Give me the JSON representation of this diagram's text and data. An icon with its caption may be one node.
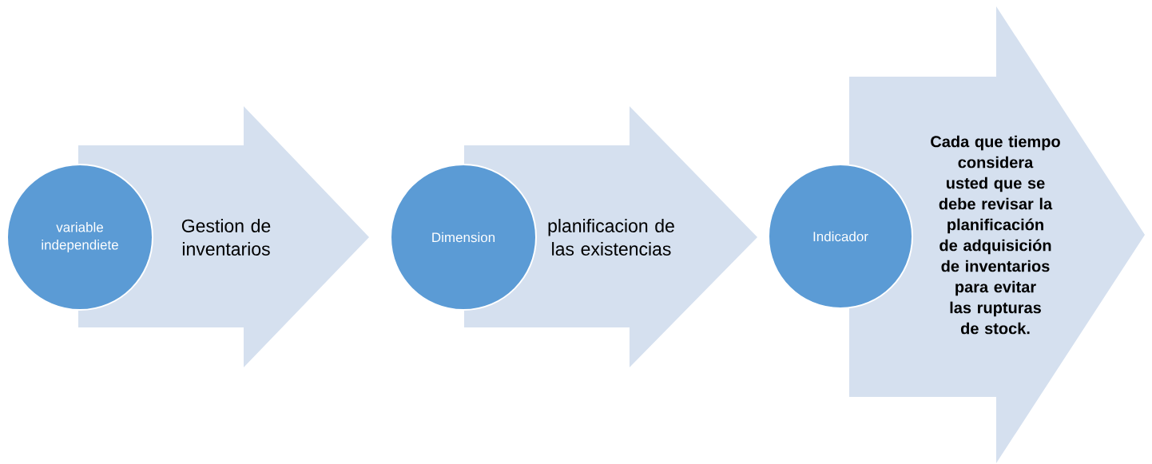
{
  "diagram": {
    "nodes": [
      {
        "text": [
          "variable independiete"
        ]
      },
      {
        "text": [
          "Gestion de inventarios"
        ]
      },
      {
        "text": [
          "Dimension"
        ]
      },
      {
        "text": [
          "planificacion de las existencias"
        ]
      },
      {
        "text": [
          "Indicador"
        ]
      },
      {
        "text": [
          "Cada que tiempo considera usted que se debe revisar la planificación de adquisición de inventarios para evitar las rupturas de stock."
        ]
      }
    ]
  }
}
